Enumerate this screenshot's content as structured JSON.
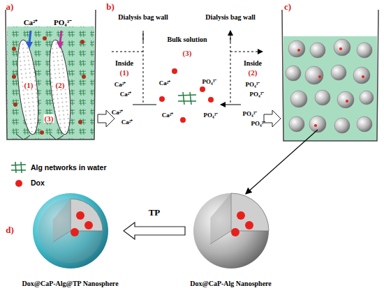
{
  "diagram": {
    "nodes": [
      {
        "text": [
          "Dox@CaP-Alg Nanosphere"
        ]
      },
      {
        "text": [
          "Dox@CaP-Alg@TP Nanosphere"
        ]
      }
    ],
    "edges": [
      {
        "from": 0,
        "to": 1,
        "arrow": "to",
        "label": "TP"
      }
    ],
    "labels": [
      "a)",
      "Ca²⁺",
      "PO₄³⁻",
      "(1)",
      "(2)",
      "(3)",
      "b)",
      "Dialysis bag wall",
      "Dialysis bag wall",
      "Inside",
      "(1)",
      "Inside",
      "(2)",
      "Bulk solution",
      "(3)",
      "Ca²⁺",
      "Ca²⁺",
      "Ca²⁺",
      "Ca²⁺",
      "Ca²⁺",
      "Ca²⁺",
      "PO₄³⁻",
      "PO₄³⁻",
      "PO₄³⁻",
      "PO₄³⁻",
      "PO₄³⁻",
      "PO₄³⁻",
      "c)",
      "d)"
    ],
    "legend": [
      {
        "text": "Alg networks in water"
      },
      {
        "text": "Dox",
        "color": "#e8201c"
      }
    ]
  }
}
